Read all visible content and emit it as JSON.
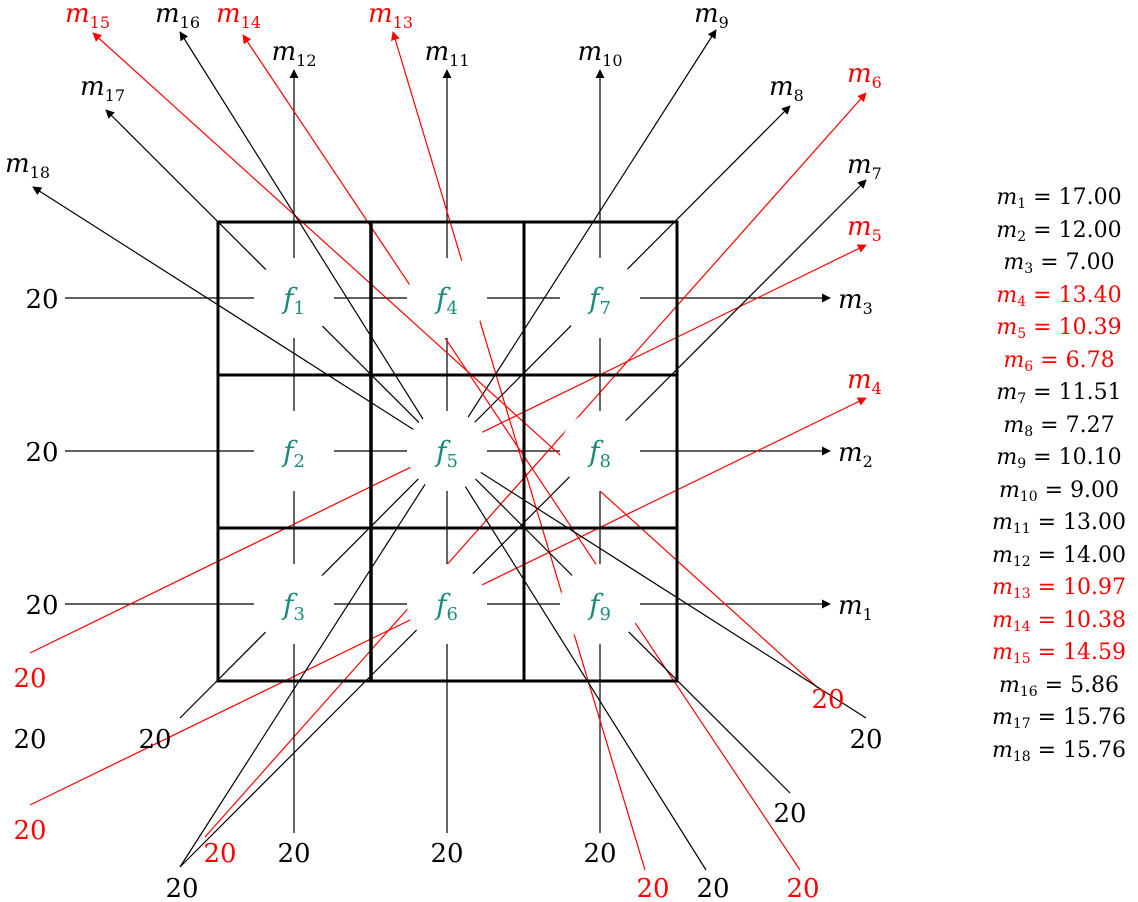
{
  "colors": {
    "black": "#000000",
    "red": "#ff0000",
    "cell_label": "#1a8a7a"
  },
  "cells": [
    {
      "label": "f",
      "sub": "1"
    },
    {
      "label": "f",
      "sub": "2"
    },
    {
      "label": "f",
      "sub": "3"
    },
    {
      "label": "f",
      "sub": "4"
    },
    {
      "label": "f",
      "sub": "5"
    },
    {
      "label": "f",
      "sub": "6"
    },
    {
      "label": "f",
      "sub": "7"
    },
    {
      "label": "f",
      "sub": "8"
    },
    {
      "label": "f",
      "sub": "9"
    }
  ],
  "input_value": "20",
  "rays": [
    {
      "id": "m1",
      "color": "black",
      "label": "m",
      "sub": "1"
    },
    {
      "id": "m2",
      "color": "black",
      "label": "m",
      "sub": "2"
    },
    {
      "id": "m3",
      "color": "black",
      "label": "m",
      "sub": "3"
    },
    {
      "id": "m4",
      "color": "red",
      "label": "m",
      "sub": "4"
    },
    {
      "id": "m5",
      "color": "red",
      "label": "m",
      "sub": "5"
    },
    {
      "id": "m6",
      "color": "red",
      "label": "m",
      "sub": "6"
    },
    {
      "id": "m7",
      "color": "black",
      "label": "m",
      "sub": "7"
    },
    {
      "id": "m8",
      "color": "black",
      "label": "m",
      "sub": "8"
    },
    {
      "id": "m9",
      "color": "black",
      "label": "m",
      "sub": "9"
    },
    {
      "id": "m10",
      "color": "black",
      "label": "m",
      "sub": "10"
    },
    {
      "id": "m11",
      "color": "black",
      "label": "m",
      "sub": "11"
    },
    {
      "id": "m12",
      "color": "black",
      "label": "m",
      "sub": "12"
    },
    {
      "id": "m13",
      "color": "red",
      "label": "m",
      "sub": "13"
    },
    {
      "id": "m14",
      "color": "red",
      "label": "m",
      "sub": "14"
    },
    {
      "id": "m15",
      "color": "red",
      "label": "m",
      "sub": "15"
    },
    {
      "id": "m16",
      "color": "black",
      "label": "m",
      "sub": "16"
    },
    {
      "id": "m17",
      "color": "black",
      "label": "m",
      "sub": "17"
    },
    {
      "id": "m18",
      "color": "black",
      "label": "m",
      "sub": "18"
    }
  ],
  "measurements": [
    {
      "sym": "m",
      "sub": "1",
      "value": "17.00",
      "color": "black"
    },
    {
      "sym": "m",
      "sub": "2",
      "value": "12.00",
      "color": "black"
    },
    {
      "sym": "m",
      "sub": "3",
      "value": "7.00",
      "color": "black"
    },
    {
      "sym": "m",
      "sub": "4",
      "value": "13.40",
      "color": "red"
    },
    {
      "sym": "m",
      "sub": "5",
      "value": "10.39",
      "color": "red"
    },
    {
      "sym": "m",
      "sub": "6",
      "value": "6.78",
      "color": "red"
    },
    {
      "sym": "m",
      "sub": "7",
      "value": "11.51",
      "color": "black"
    },
    {
      "sym": "m",
      "sub": "8",
      "value": "7.27",
      "color": "black"
    },
    {
      "sym": "m",
      "sub": "9",
      "value": "10.10",
      "color": "black"
    },
    {
      "sym": "m",
      "sub": "10",
      "value": "9.00",
      "color": "black"
    },
    {
      "sym": "m",
      "sub": "11",
      "value": "13.00",
      "color": "black"
    },
    {
      "sym": "m",
      "sub": "12",
      "value": "14.00",
      "color": "black"
    },
    {
      "sym": "m",
      "sub": "13",
      "value": "10.97",
      "color": "red"
    },
    {
      "sym": "m",
      "sub": "14",
      "value": "10.38",
      "color": "red"
    },
    {
      "sym": "m",
      "sub": "15",
      "value": "14.59",
      "color": "red"
    },
    {
      "sym": "m",
      "sub": "16",
      "value": "5.86",
      "color": "black"
    },
    {
      "sym": "m",
      "sub": "17",
      "value": "15.76",
      "color": "black"
    },
    {
      "sym": "m",
      "sub": "18",
      "value": "15.76",
      "color": "black"
    }
  ]
}
